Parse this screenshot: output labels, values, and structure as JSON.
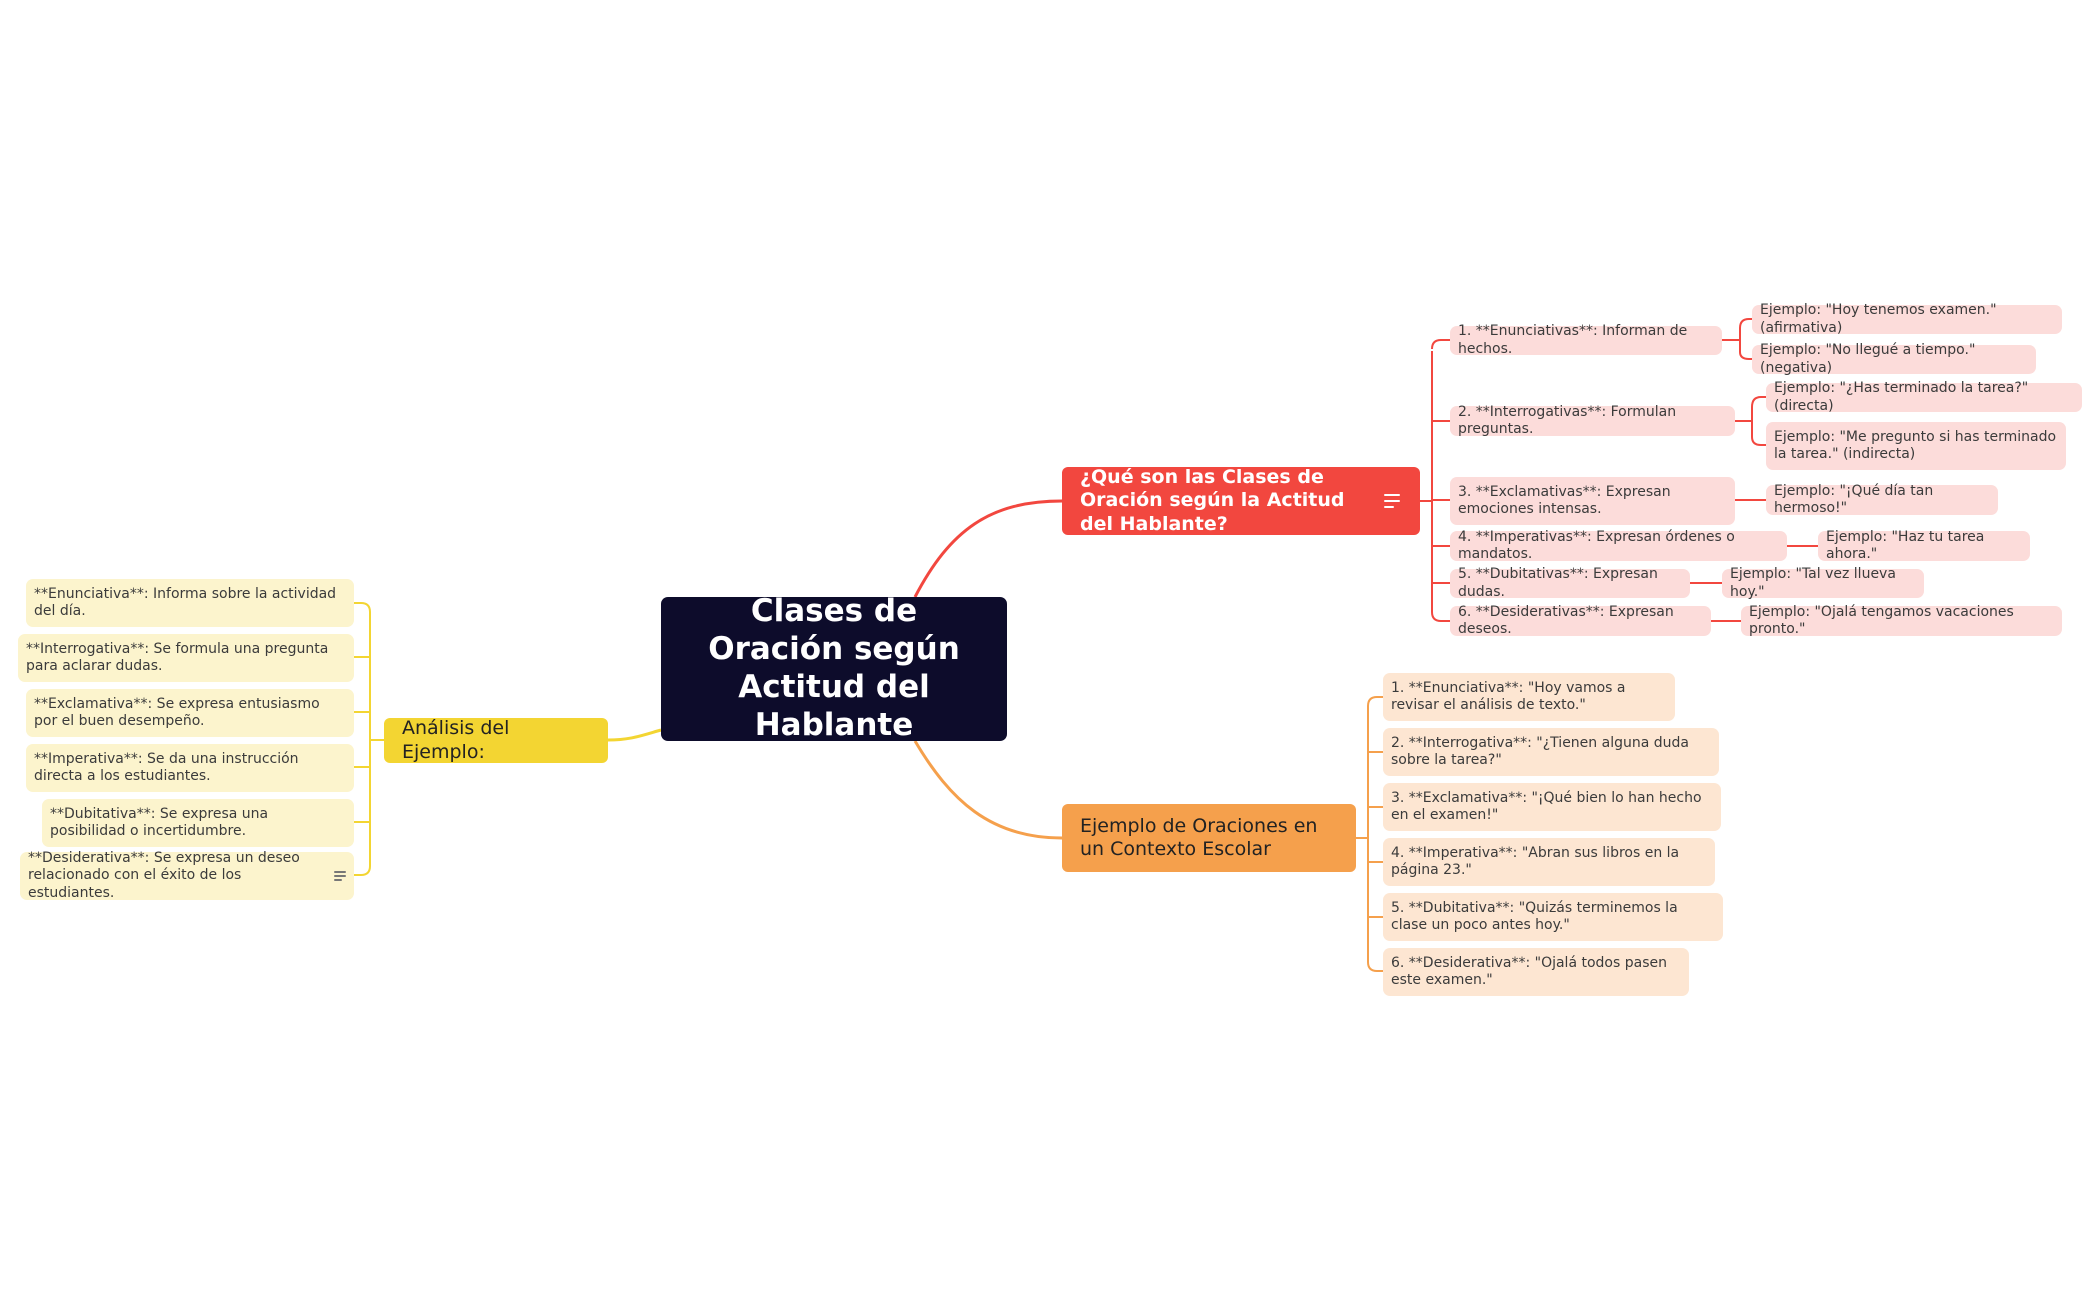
{
  "root": {
    "title": "Clases de Oración según Actitud del Hablante"
  },
  "branches": {
    "definition": {
      "title": "¿Qué son las Clases de Oración según la Actitud del Hablante?",
      "icon": "notes-icon",
      "color": "#f2473f",
      "items": [
        {
          "label": "1. **Enunciativas**: Informan de hechos.",
          "examples": [
            "Ejemplo: \"Hoy tenemos examen.\" (afirmativa)",
            "Ejemplo: \"No llegué a tiempo.\" (negativa)"
          ]
        },
        {
          "label": "2. **Interrogativas**: Formulan preguntas.",
          "examples": [
            "Ejemplo: \"¿Has terminado la tarea?\" (directa)",
            "Ejemplo: \"Me pregunto si has terminado la tarea.\" (indirecta)"
          ]
        },
        {
          "label": "3. **Exclamativas**: Expresan emociones intensas.",
          "examples": [
            "Ejemplo: \"¡Qué día tan hermoso!\""
          ]
        },
        {
          "label": "4. **Imperativas**: Expresan órdenes o mandatos.",
          "examples": [
            "Ejemplo: \"Haz tu tarea ahora.\""
          ]
        },
        {
          "label": "5. **Dubitativas**: Expresan dudas.",
          "examples": [
            "Ejemplo: \"Tal vez llueva hoy.\""
          ]
        },
        {
          "label": "6. **Desiderativas**: Expresan deseos.",
          "examples": [
            "Ejemplo: \"Ojalá tengamos vacaciones pronto.\""
          ]
        }
      ]
    },
    "school": {
      "title": "Ejemplo de Oraciones en un Contexto Escolar",
      "color": "#f5a04c",
      "items": [
        "1. **Enunciativa**: \"Hoy vamos a revisar el análisis de texto.\"",
        "2. **Interrogativa**: \"¿Tienen alguna duda sobre la tarea?\"",
        "3. **Exclamativa**: \"¡Qué bien lo han hecho en el examen!\"",
        "4. **Imperativa**: \"Abran sus libros en la página 23.\"",
        "5. **Dubitativa**: \"Quizás terminemos la clase un poco antes hoy.\"",
        "6. **Desiderativa**: \"Ojalá todos pasen este examen.\""
      ]
    },
    "analysis": {
      "title": "Análisis del Ejemplo:",
      "color": "#f3d532",
      "items": [
        "**Enunciativa**: Informa sobre la actividad del día.",
        "**Interrogativa**: Se formula una pregunta para aclarar dudas.",
        "**Exclamativa**: Se expresa entusiasmo por el buen desempeño.",
        "**Imperativa**: Se da una instrucción directa a los estudiantes.",
        "**Dubitativa**: Se expresa una posibilidad o incertidumbre.",
        "**Desiderativa**: Se expresa un deseo relacionado con el éxito de los estudiantes."
      ],
      "last_item_icon": "notes-icon"
    }
  }
}
